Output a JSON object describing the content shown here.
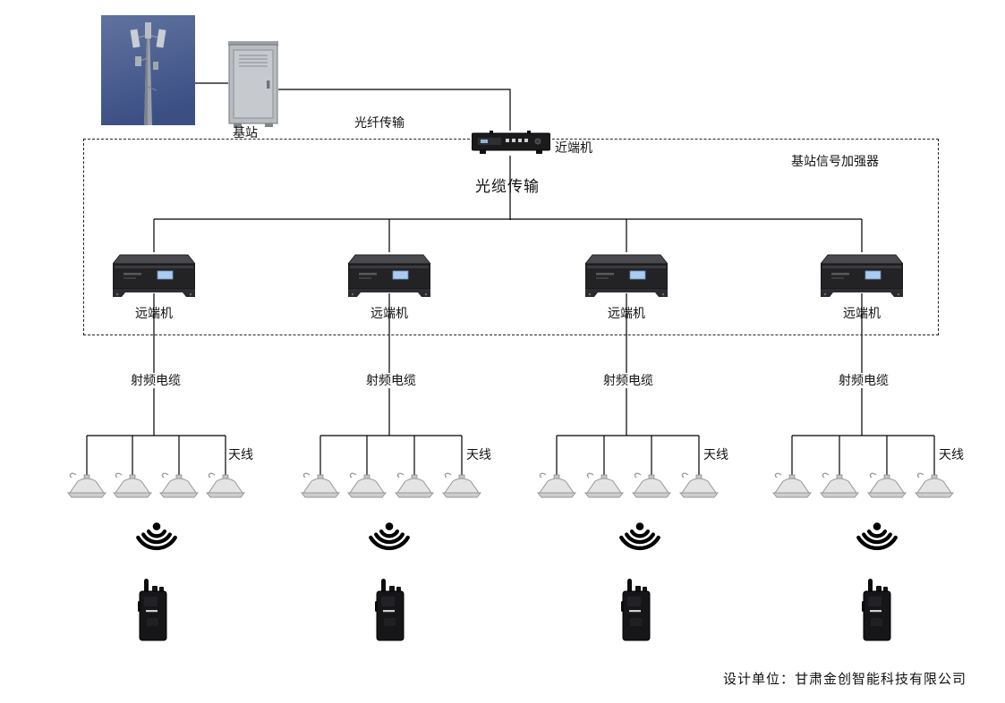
{
  "colors": {
    "line": "#000000",
    "device_body": "#1d1d1f",
    "remote_screen": "#a9cdf2",
    "sky": "#4a5c8e",
    "background": "#ffffff"
  },
  "icons": {
    "tower": "cell-tower-photo",
    "cabinet": "outdoor-cabinet-icon",
    "near_end": "near-end-host-device-icon",
    "remote": "remote-unit-device-icon",
    "dome": "ceiling-antenna-icon",
    "signal": "radio-signal-waves-icon",
    "radio": "walkie-talkie-icon"
  },
  "diagram": {
    "base_station_label": "基站",
    "fiber_label": "光纤传输",
    "near_end_label": "近端机",
    "booster_label": "基站信号加强器",
    "optical_label": "光缆传输",
    "branches": [
      {
        "remote_label": "远端机",
        "cable_label": "射频电缆",
        "antenna_label": "天线"
      },
      {
        "remote_label": "远端机",
        "cable_label": "射频电缆",
        "antenna_label": "天线"
      },
      {
        "remote_label": "远端机",
        "cable_label": "射频电缆",
        "antenna_label": "天线"
      },
      {
        "remote_label": "远端机",
        "cable_label": "射频电缆",
        "antenna_label": "天线"
      }
    ],
    "credit": "设计单位：甘肃金创智能科技有限公司"
  }
}
